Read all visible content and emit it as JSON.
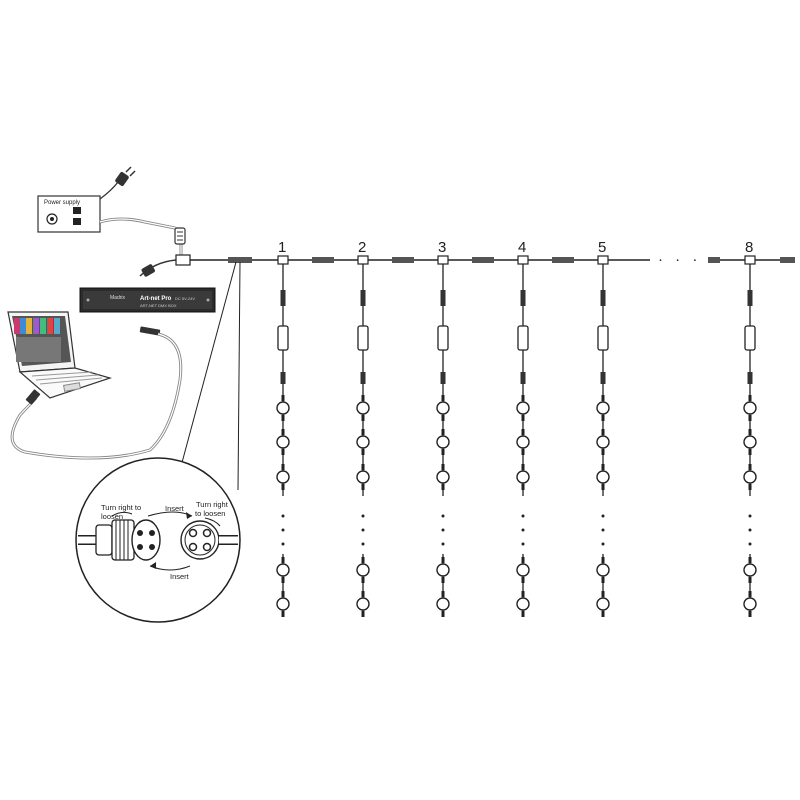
{
  "power_supply": {
    "label": "Power supply"
  },
  "controller": {
    "brand": "Madrix",
    "model": "Art-net Pro",
    "line2": "ART-NET DMX BOX",
    "line3": "DC 5V-24V"
  },
  "strands": [
    {
      "label": "1"
    },
    {
      "label": "2"
    },
    {
      "label": "3"
    },
    {
      "label": "4"
    },
    {
      "label": "5"
    },
    {
      "label": "8"
    }
  ],
  "ellipsis": "· · ·",
  "connector_detail": {
    "left_label_line1": "Turn right to",
    "left_label_line2": "loosen",
    "insert_top": "Insert",
    "right_label_line1": "Turn right",
    "right_label_line2": "to loosen",
    "insert_bottom": "Insert"
  },
  "colors": {
    "line": "#222222",
    "cable": "#888888"
  }
}
